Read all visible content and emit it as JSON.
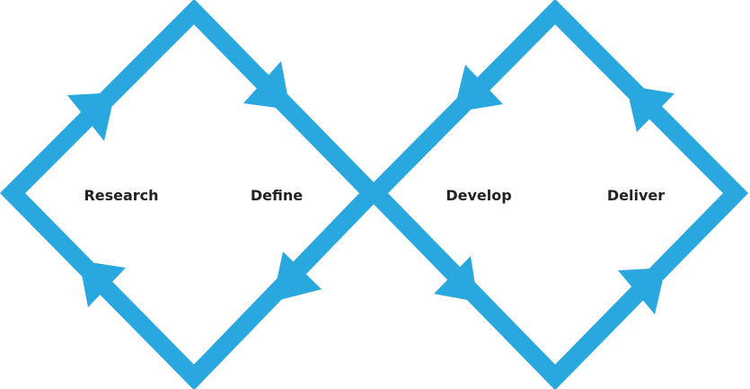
{
  "diagram": {
    "stroke_color": "#29a8e0",
    "label_color": "#222222",
    "labels": {
      "research": "Research",
      "define": "Define",
      "develop": "Develop",
      "deliver": "Deliver"
    }
  }
}
